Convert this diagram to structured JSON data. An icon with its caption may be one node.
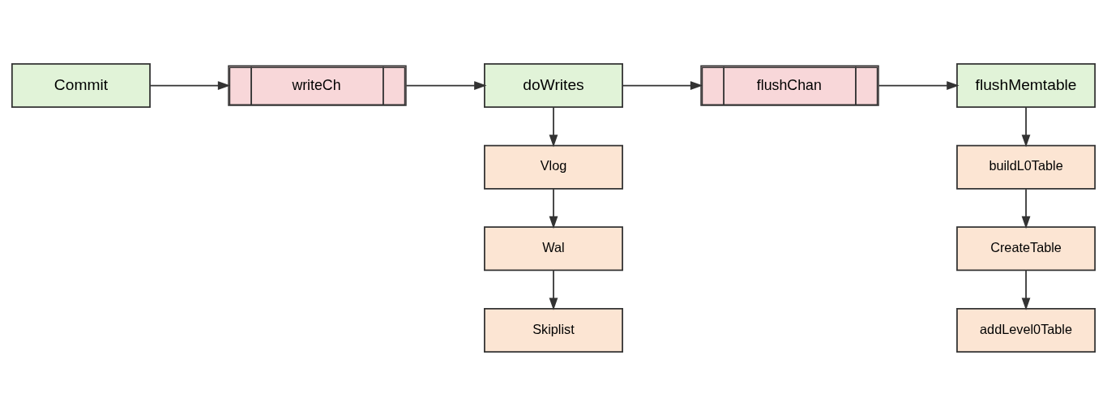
{
  "diagram": {
    "nodes": [
      {
        "text": [
          "Commit"
        ]
      },
      {
        "text": [
          "writeCh"
        ]
      },
      {
        "text": [
          "doWrites"
        ]
      },
      {
        "text": [
          "flushChan"
        ]
      },
      {
        "text": [
          "flushMemtable"
        ]
      },
      {
        "text": [
          "Vlog"
        ]
      },
      {
        "text": [
          "Wal"
        ]
      },
      {
        "text": [
          "Skiplist"
        ]
      },
      {
        "text": [
          "buildL0Table"
        ]
      },
      {
        "text": [
          "CreateTable"
        ]
      },
      {
        "text": [
          "addLevel0Table"
        ]
      }
    ],
    "edges": [
      {
        "from": 0,
        "to": 1,
        "arrow": "to"
      },
      {
        "from": 1,
        "to": 2,
        "arrow": "to"
      },
      {
        "from": 2,
        "to": 3,
        "arrow": "to"
      },
      {
        "from": 3,
        "to": 4,
        "arrow": "to"
      },
      {
        "from": 2,
        "to": 5,
        "arrow": "to"
      },
      {
        "from": 5,
        "to": 6,
        "arrow": "to"
      },
      {
        "from": 6,
        "to": 7,
        "arrow": "to"
      },
      {
        "from": 4,
        "to": 8,
        "arrow": "to"
      },
      {
        "from": 8,
        "to": 9,
        "arrow": "to"
      },
      {
        "from": 9,
        "to": 10,
        "arrow": "to"
      }
    ]
  }
}
